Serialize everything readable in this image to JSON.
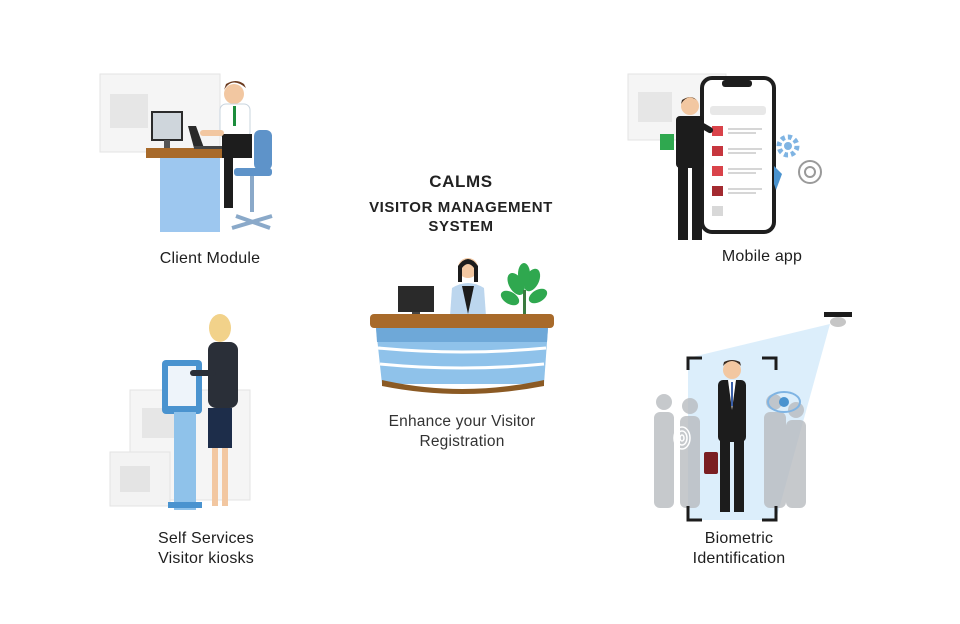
{
  "center": {
    "title": "CALMS",
    "subtitle_lines": [
      "VISITOR MANAGEMENT",
      "SYSTEM"
    ],
    "tagline_lines": [
      "Enhance your Visitor",
      "Registration"
    ]
  },
  "modules": {
    "client": {
      "lines": [
        "Client Module"
      ]
    },
    "mobile": {
      "lines": [
        "Mobile app"
      ]
    },
    "kiosk": {
      "lines": [
        "Self Services",
        "Visitor kiosks"
      ]
    },
    "biometric": {
      "lines": [
        "Biometric",
        "Identification"
      ]
    }
  },
  "colors": {
    "desk_wood": "#a86a2a",
    "light_blue": "#8fc2ea",
    "mid_blue": "#4a93cf",
    "panel_gray": "#e9e9e9",
    "suit_dark": "#1c1c1c",
    "accent_red": "#d9434a",
    "accent_green": "#2fa84f"
  },
  "icons": [
    "office-worker-illustration",
    "smartphone-illustration",
    "reception-desk-illustration",
    "kiosk-illustration",
    "biometric-scan-illustration",
    "security-camera-icon",
    "gear-icon",
    "fingerprint-icon",
    "eye-scan-icon"
  ]
}
